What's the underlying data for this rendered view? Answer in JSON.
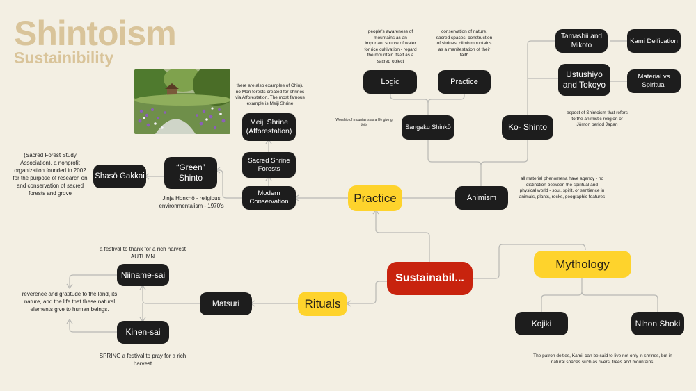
{
  "title": {
    "main": "Shintoism",
    "sub": "Sustainibility"
  },
  "colors": {
    "background": "#f3efe3",
    "title": "#d9c49a",
    "dark_node": "#1d1d1d",
    "yellow_node": "#fed32c",
    "root_node": "#c8230e",
    "edge": "#b8b8b4"
  },
  "nodes": {
    "root": "Sustainabil...",
    "practice": "Practice",
    "rituals": "Rituals",
    "mythology": "Mythology",
    "animism": "Animism",
    "ko_shinto": "Ko- Shinto",
    "sangaku_shinko": "Sangaku Shinkō",
    "logic": "Logic",
    "practice_sub": "Practice",
    "tamashii": "Tamashii and Mikoto",
    "kami_deification": "Kami Deification",
    "ustushiyo": "Ustushiyo and Tokoyo",
    "material_spiritual": "Material vs Spiritual",
    "modern_conservation": "Modern Conservation",
    "sacred_shrine_forests": "Sacred Shrine Forests",
    "meiji_shrine": "Meiji Shrine (Afforestation)",
    "green_shinto": "“Green” Shinto",
    "shaso_gakkai": "Shasō Gakkai",
    "matsuri": "Matsuri",
    "niiname_sai": "Niiname-sai",
    "kinen_sai": "Kinen-sai",
    "kojiki": "Kojiki",
    "nihon_shoki": "Nihon Shoki"
  },
  "notes": {
    "logic": "people's awareness of mountains as an important source of water for rice cultivation - regard the mountain itself as a sacred object",
    "practice_sub": "conservation of nature, sacred spaces, construction of shrines, climb mountains as a manifestation of their faith",
    "sangaku": "Worship of mountains as a life giving deity",
    "ko_shinto": "aspect of Shintoism that refers to the animistic religion of Jōmon period Japan",
    "animism": "all material phenomena have agency - no distinction between the spiritual and physical world - soul, spirit, or sentience in animals, plants, rocks, geographic features",
    "meiji": "there are also examples of Chinju no Mori forests created for shrines via Afforestation. The most famous example is Meiji Shrine",
    "shaso": "(Sacred Forest Study Association), a nonprofit organization founded in 2002 for the purpose of research on and conservation of sacred forests and grove",
    "green_shinto": "Jinja Honchō - religious environmentalism - 1970's",
    "niiname": "a festival to thank for a rich harvest AUTUMN",
    "matsuri": "reverence and gratitude to the land, its nature, and the life that these natural elements give to human beings.",
    "kinen": "SPRING a festival to pray for a rich harvest",
    "mythology": "The patron deities, Kami, can be said to live not only in shrines, but in natural spaces such as rivers, trees and mountains."
  },
  "icons": {
    "photo": "shrine-garden-photo"
  }
}
